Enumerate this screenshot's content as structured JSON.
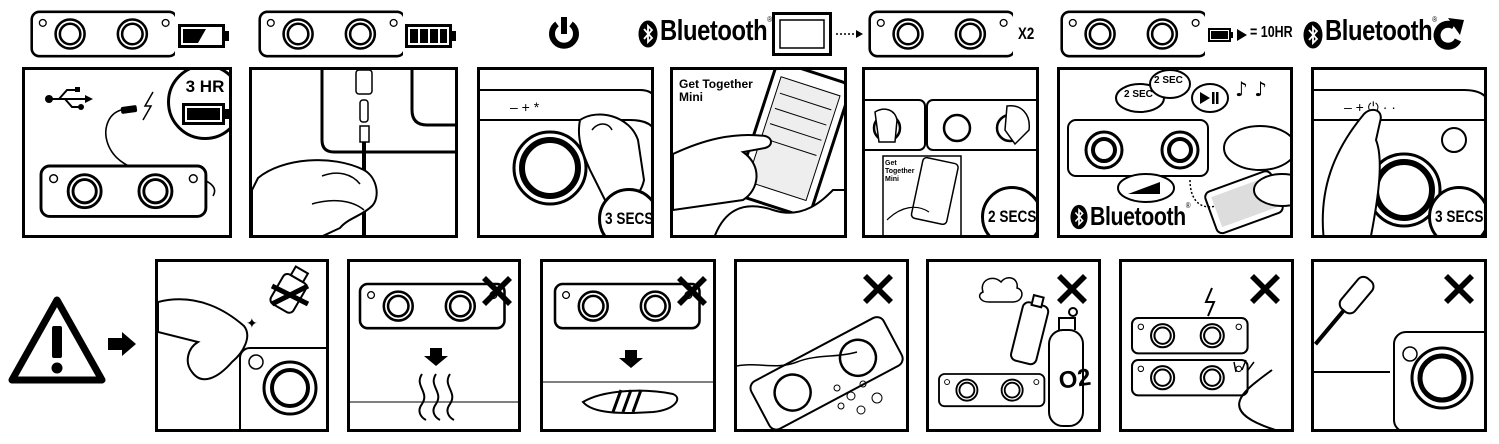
{
  "top_row": {
    "bluetooth_word": "Bluetooth",
    "registered": "®",
    "x2_label": "X2",
    "play_time_label": "= 10HR"
  },
  "panels": {
    "charge": {
      "bubble_label": "3 HR"
    },
    "power_on": {
      "bubble_label": "3 SECS"
    },
    "pairing_phone": {
      "device_name": "Get Together Mini"
    },
    "pair_two": {
      "bubble_label": "2 SECS",
      "device_name": "Get Together Mini"
    },
    "controls": {
      "left_label": "2 SEC",
      "right_label": "2 SEC",
      "bluetooth_word": "Bluetooth",
      "registered": "®"
    },
    "reset": {
      "bubble_label": "3 SECS"
    }
  },
  "warnings": {
    "gas_label": "O2"
  },
  "icons": [
    "battery-low-icon",
    "battery-full-icon",
    "power-icon",
    "bluetooth-icon",
    "reset-arrow-icon",
    "usb-icon",
    "lightning-icon",
    "warning-triangle-icon",
    "arrow-right-icon",
    "x-mark-icon"
  ],
  "colors": {
    "ink": "#000000",
    "paper": "#ffffff",
    "screen_gray": "#dddddd"
  }
}
